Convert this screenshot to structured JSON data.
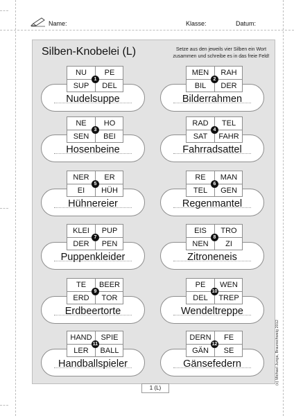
{
  "header": {
    "name_label": "Name:",
    "klasse_label": "Klasse:",
    "datum_label": "Datum:"
  },
  "worksheet": {
    "title": "Silben-Knobelei (L)",
    "instruction": "Setze aus den jeweils vier Silben ein Wort zusammen und schreibe es in das freie Feld!"
  },
  "puzzles": [
    {
      "number": "1",
      "syllables": [
        "NU",
        "PE",
        "SUP",
        "DEL"
      ],
      "answer": "Nudelsuppe"
    },
    {
      "number": "2",
      "syllables": [
        "MEN",
        "RAH",
        "BIL",
        "DER"
      ],
      "answer": "Bilderrahmen"
    },
    {
      "number": "3",
      "syllables": [
        "NE",
        "HO",
        "SEN",
        "BEI"
      ],
      "answer": "Hosenbeine"
    },
    {
      "number": "4",
      "syllables": [
        "RAD",
        "TEL",
        "SAT",
        "FAHR"
      ],
      "answer": "Fahrradsattel"
    },
    {
      "number": "5",
      "syllables": [
        "NER",
        "ER",
        "EI",
        "HÜH"
      ],
      "answer": "Hühnereier"
    },
    {
      "number": "6",
      "syllables": [
        "RE",
        "MAN",
        "TEL",
        "GEN"
      ],
      "answer": "Regenmantel"
    },
    {
      "number": "7",
      "syllables": [
        "KLEI",
        "PUP",
        "DER",
        "PEN"
      ],
      "answer": "Puppenkleider"
    },
    {
      "number": "8",
      "syllables": [
        "EIS",
        "TRO",
        "NEN",
        "ZI"
      ],
      "answer": "Zitroneneis"
    },
    {
      "number": "9",
      "syllables": [
        "TE",
        "BEER",
        "ERD",
        "TOR"
      ],
      "answer": "Erdbeertorte"
    },
    {
      "number": "10",
      "syllables": [
        "PE",
        "WEN",
        "DEL",
        "TREP"
      ],
      "answer": "Wendeltreppe"
    },
    {
      "number": "11",
      "syllables": [
        "HAND",
        "SPIE",
        "LER",
        "BALL"
      ],
      "answer": "Handballspieler"
    },
    {
      "number": "12",
      "syllables": [
        "DERN",
        "FE",
        "GÄN",
        "SE"
      ],
      "answer": "Gänsefedern"
    }
  ],
  "footer": {
    "page": "1 (L)",
    "copyright": "(c) Michael Junga, Braunschweig 2012"
  }
}
